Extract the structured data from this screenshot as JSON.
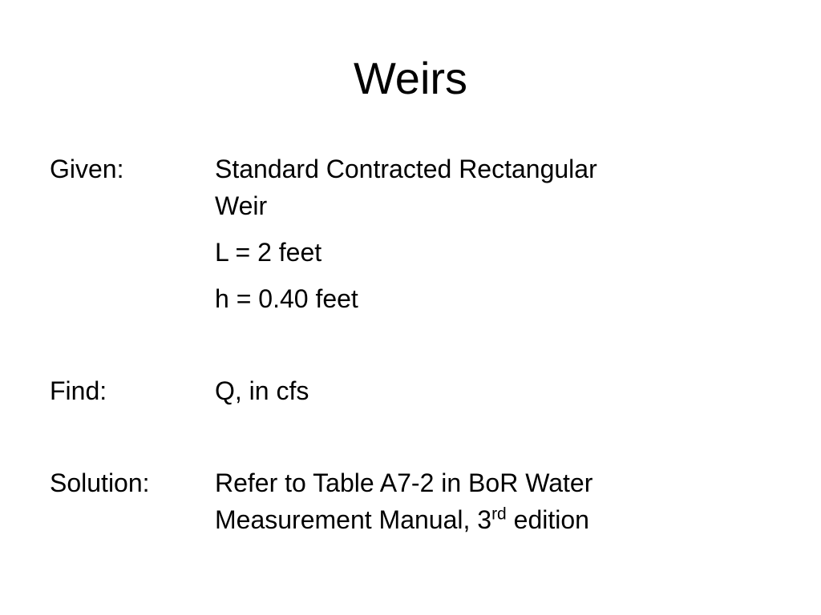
{
  "slide": {
    "title": "Weirs",
    "given": {
      "label": "Given:",
      "lines": [
        "Standard Contracted Rectangular",
        "Weir",
        "L = 2 feet",
        "h = 0.40 feet"
      ]
    },
    "find": {
      "label": "Find:",
      "value": "Q, in cfs"
    },
    "solution": {
      "label": "Solution:",
      "line1": "Refer to Table A7-2 in BoR Water",
      "line2_main": "Measurement Manual, 3",
      "line2_sup": "rd",
      "line2_tail": " edition"
    }
  }
}
